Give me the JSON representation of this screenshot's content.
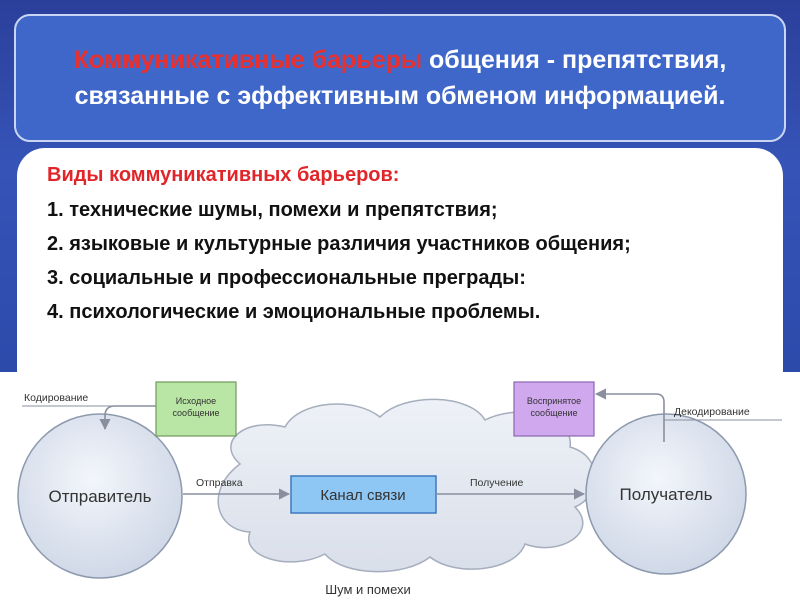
{
  "title": {
    "highlight": "Коммуникативные барьеры",
    "rest": " общения - препятствия, связанные с эффективным обменом информацией."
  },
  "barriers": {
    "heading": "Виды коммуникативных барьеров:",
    "items": [
      "1. технические шумы, помехи и препятствия;",
      "2. языковые и культурные различия участников общения;",
      "3. социальные и профессиональные преграды:",
      "4. психологические и эмоциональные проблемы."
    ]
  },
  "diagram": {
    "encoding_label": "Кодирование",
    "decoding_label": "Декодирование",
    "source_message": [
      "Исходное",
      "сообщение"
    ],
    "received_message": [
      "Воспринятое",
      "сообщение"
    ],
    "sender": "Отправитель",
    "receiver": "Получатель",
    "sending_label": "Отправка",
    "receiving_label": "Получение",
    "channel": "Канал связи",
    "noise": "Шум и помехи",
    "colors": {
      "source_box": "#b9e6a4",
      "received_box": "#cfa8ee",
      "channel_box": "#8fc7f4",
      "circle_fill": "#dfe6f1",
      "cloud_fill": "#e4e9f2"
    }
  }
}
